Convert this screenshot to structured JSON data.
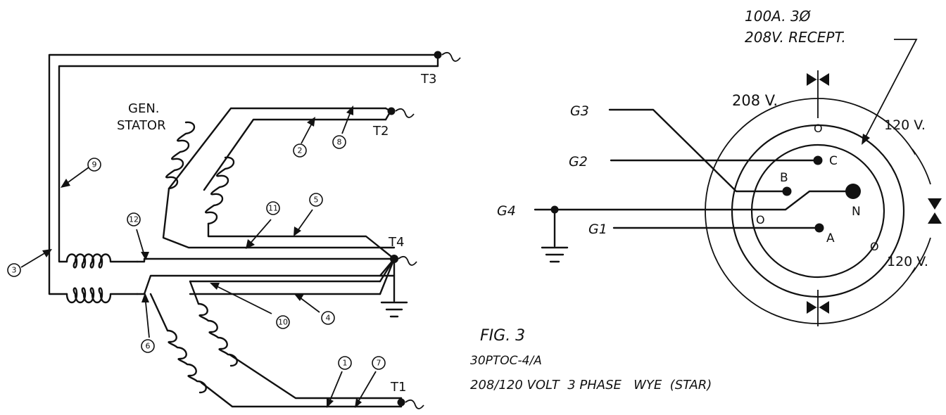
{
  "stator": {
    "title_line1": "GEN.",
    "title_line2": "STATOR",
    "terminals": {
      "t1": "T1",
      "t2": "T2",
      "t3": "T3",
      "t4": "T4"
    },
    "leads": {
      "l1": "1",
      "l2": "2",
      "l3": "3",
      "l4": "4",
      "l5": "5",
      "l6": "6",
      "l7": "7",
      "l8": "8",
      "l9": "9",
      "l10": "10",
      "l11": "11",
      "l12": "12"
    }
  },
  "receptacle": {
    "rating_line1": "100A. 3Ø",
    "rating_line2": "208V. RECEPT.",
    "voltage_top": "208 V.",
    "voltage_right_top": "120 V.",
    "voltage_right_bottom": "120 V.",
    "contacts": {
      "a": "A",
      "b": "B",
      "c": "C",
      "n": "N"
    },
    "ground_leads": {
      "g1": "G1",
      "g2": "G2",
      "g3": "G3",
      "g4": "G4"
    },
    "hole_mark": "O"
  },
  "caption": {
    "fig": "FIG. 3",
    "code": "30PTOC-4/A",
    "description": "208/120 VOLT  3 PHASE   WYE  (STAR)"
  }
}
